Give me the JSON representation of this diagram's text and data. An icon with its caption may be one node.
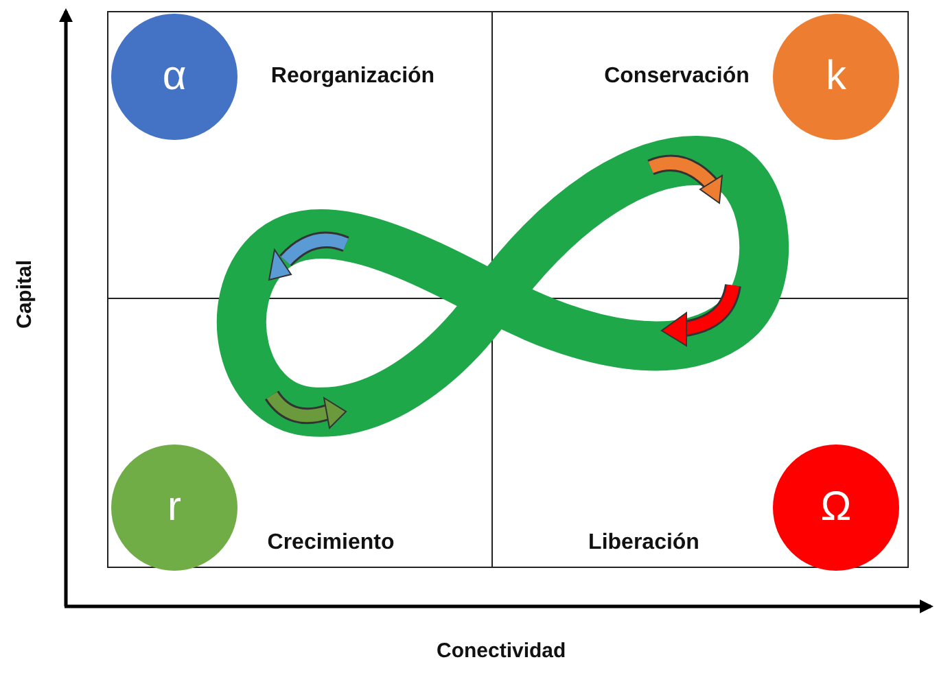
{
  "diagram": {
    "nodes": [
      {
        "text": [
          "Reorganización"
        ]
      },
      {
        "text": [
          "α"
        ],
        "in": 0
      },
      {
        "text": [
          "Conservación"
        ]
      },
      {
        "text": [
          "k"
        ],
        "in": 2
      },
      {
        "text": [
          "Crecimiento"
        ]
      },
      {
        "text": [
          "r"
        ],
        "in": 4
      },
      {
        "text": [
          "Liberación"
        ]
      },
      {
        "text": [
          "Ω"
        ],
        "in": 6
      }
    ],
    "labels": [
      "Capital",
      "Conectividad"
    ]
  }
}
